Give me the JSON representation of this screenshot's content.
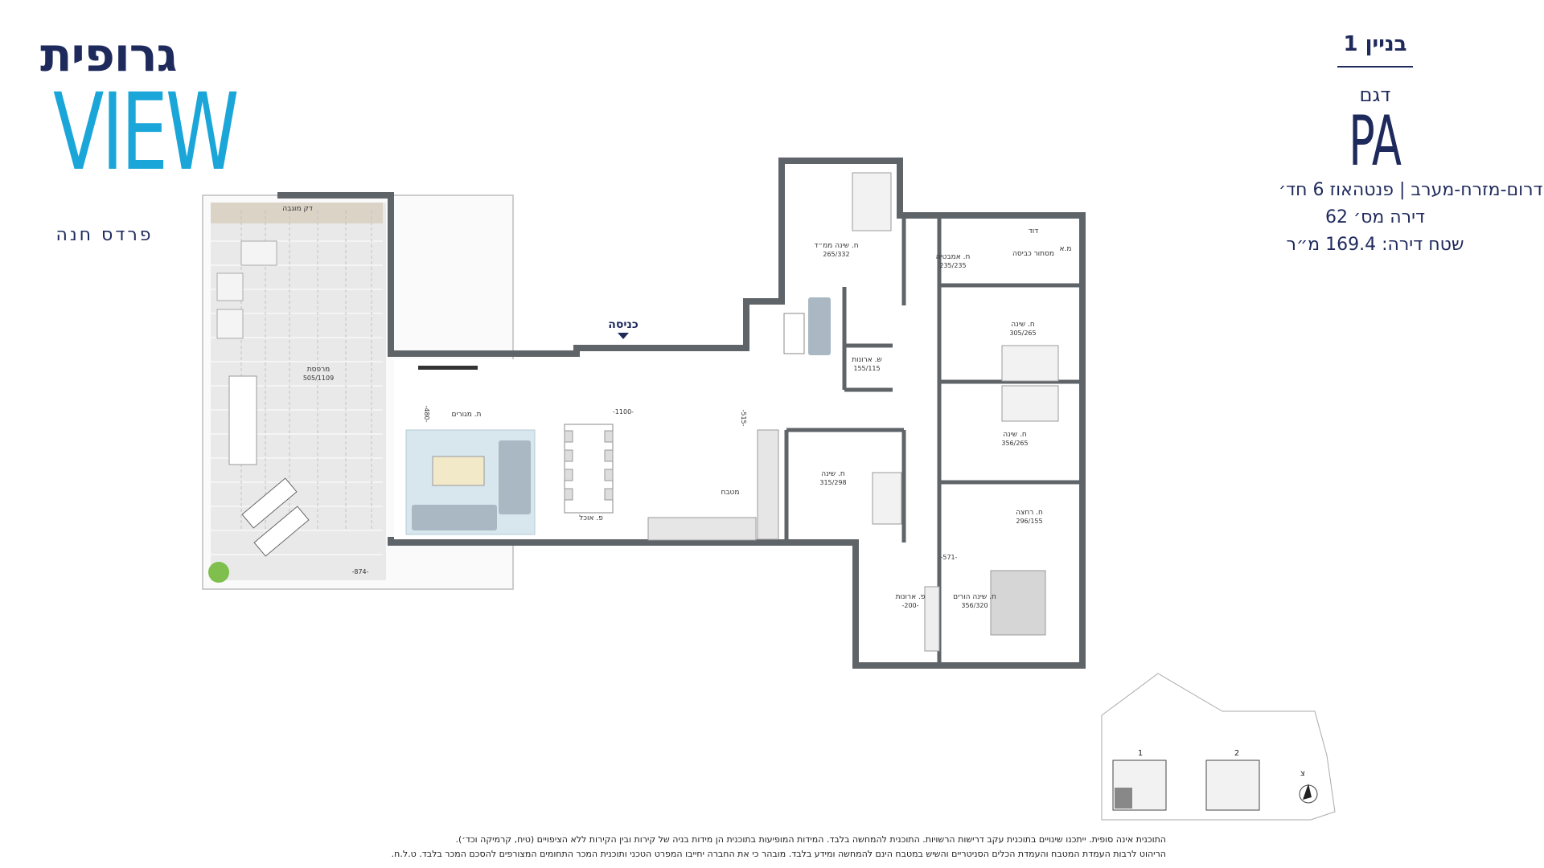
{
  "logo": {
    "top": "גרופית",
    "main": "VIEW",
    "sub": "פרדס חנה",
    "colors": {
      "top": "#1f2a5c",
      "main": "#1aa6d8"
    }
  },
  "info": {
    "building": "בניין 1",
    "type_label": "דגם",
    "type_code": "PA",
    "orientation": "דרום-מזרח-מערב | פנטהאוז 6 חד׳",
    "apartment_no": "דירה מס׳ 62",
    "area": "שטח דירה: 169.4 מ״ר"
  },
  "plan": {
    "entrance": "כניסה",
    "rooms": {
      "terrace": {
        "name": "מרפסת",
        "dims": "505/1109"
      },
      "pergola": {
        "name": "דק מוגבה"
      },
      "living": {
        "name": "ת. מגורים"
      },
      "dining": {
        "name": "פ. אוכל"
      },
      "kitchen": {
        "name": "מטבח"
      },
      "mamad": {
        "name": "ח. שינה ממ״ד",
        "dims": "265/332"
      },
      "bath1": {
        "name": "ח. אמבטיה",
        "dims": "235/235"
      },
      "storage": {
        "name": "מסתור כביסה"
      },
      "ma": {
        "name": "מ.א"
      },
      "boiler": {
        "name": "דוד"
      },
      "closet_small": {
        "name": "ש. ארונות",
        "dims": "155/115"
      },
      "bed2": {
        "name": "ח. שינה",
        "dims": "305/265"
      },
      "bed3": {
        "name": "ח. שינה",
        "dims": "356/265"
      },
      "bed4": {
        "name": "ח. שינה",
        "dims": "315/298"
      },
      "shower": {
        "name": "ח. רחצה",
        "dims": "296/155"
      },
      "walkin": {
        "name": "פ. ארונות",
        "dims": "-200-"
      },
      "master": {
        "name": "ח. שינה הורים",
        "dims": "356/320"
      }
    },
    "dims": {
      "d1100": "-1100-",
      "d874": "-874-",
      "d571": "-571-",
      "d480": "-480-",
      "d515": "-515-"
    }
  },
  "keyplan": {
    "bld1": "1",
    "bld2": "2",
    "north": "צ"
  },
  "disclaimer": {
    "line1": "התוכנית אינה סופית. ייתכנו שינויים בתוכנית עקב דרישות הרשויות. התוכנית להמחשה בלבד. המידות המופיעות בתוכנית הן מידות בניה של קירות ובין הקירות ללא הציפויים (טיח, קרמיקה וכד׳).",
    "line2": "הריהוט לרבות העמדת המטבח והעמדת הכלים הסניטריים והשיש במטבח הינם להמחשה ומידע בלבד. מובהר כי את החברה יחייבו המפרט הטכני ותוכנית המכר התחומים המצורפים להסכם המכר בלבד. ט.ל.ח."
  }
}
